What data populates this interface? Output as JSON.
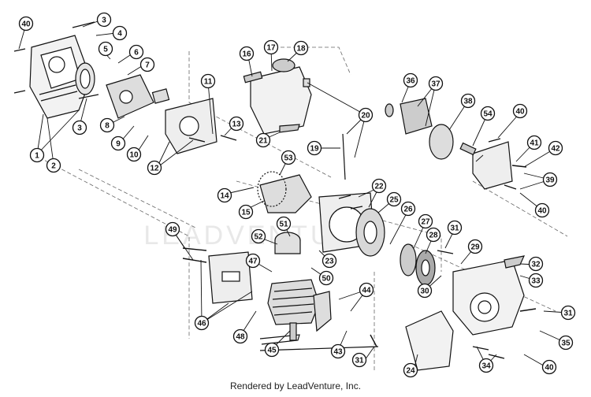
{
  "footer": {
    "text": "Rendered by LeadVenture, Inc."
  },
  "watermark": {
    "text": "LEADVENTURE"
  },
  "parts": [
    {
      "id": "p1",
      "num": "1"
    },
    {
      "id": "p2",
      "num": "2"
    },
    {
      "id": "p3a",
      "num": "3"
    },
    {
      "id": "p3b",
      "num": "3"
    },
    {
      "id": "p4",
      "num": "4"
    },
    {
      "id": "p5",
      "num": "5"
    },
    {
      "id": "p6",
      "num": "6"
    },
    {
      "id": "p7",
      "num": "7"
    },
    {
      "id": "p8",
      "num": "8"
    },
    {
      "id": "p9",
      "num": "9"
    },
    {
      "id": "p10",
      "num": "10"
    },
    {
      "id": "p11",
      "num": "11"
    },
    {
      "id": "p12",
      "num": "12"
    },
    {
      "id": "p13",
      "num": "13"
    },
    {
      "id": "p14",
      "num": "14"
    },
    {
      "id": "p15",
      "num": "15"
    },
    {
      "id": "p16",
      "num": "16"
    },
    {
      "id": "p17",
      "num": "17"
    },
    {
      "id": "p18",
      "num": "18"
    },
    {
      "id": "p19",
      "num": "19"
    },
    {
      "id": "p20",
      "num": "20"
    },
    {
      "id": "p21",
      "num": "21"
    },
    {
      "id": "p22",
      "num": "22"
    },
    {
      "id": "p23",
      "num": "23"
    },
    {
      "id": "p24",
      "num": "24"
    },
    {
      "id": "p25",
      "num": "25"
    },
    {
      "id": "p26",
      "num": "26"
    },
    {
      "id": "p27",
      "num": "27"
    },
    {
      "id": "p28",
      "num": "28"
    },
    {
      "id": "p29",
      "num": "29"
    },
    {
      "id": "p30",
      "num": "30"
    },
    {
      "id": "p31a",
      "num": "31"
    },
    {
      "id": "p31b",
      "num": "31"
    },
    {
      "id": "p31c",
      "num": "31"
    },
    {
      "id": "p32",
      "num": "32"
    },
    {
      "id": "p33",
      "num": "33"
    },
    {
      "id": "p34",
      "num": "34"
    },
    {
      "id": "p35",
      "num": "35"
    },
    {
      "id": "p36",
      "num": "36"
    },
    {
      "id": "p37",
      "num": "37"
    },
    {
      "id": "p38",
      "num": "38"
    },
    {
      "id": "p39",
      "num": "39"
    },
    {
      "id": "p40a",
      "num": "40"
    },
    {
      "id": "p40b",
      "num": "40"
    },
    {
      "id": "p40c",
      "num": "40"
    },
    {
      "id": "p40d",
      "num": "40"
    },
    {
      "id": "p41",
      "num": "41"
    },
    {
      "id": "p42",
      "num": "42"
    },
    {
      "id": "p43",
      "num": "43"
    },
    {
      "id": "p44",
      "num": "44"
    },
    {
      "id": "p45",
      "num": "45"
    },
    {
      "id": "p46",
      "num": "46"
    },
    {
      "id": "p47",
      "num": "47"
    },
    {
      "id": "p48",
      "num": "48"
    },
    {
      "id": "p49",
      "num": "49"
    },
    {
      "id": "p50",
      "num": "50"
    },
    {
      "id": "p51",
      "num": "51"
    },
    {
      "id": "p52",
      "num": "52"
    },
    {
      "id": "p53",
      "num": "53"
    },
    {
      "id": "p54",
      "num": "54"
    }
  ]
}
